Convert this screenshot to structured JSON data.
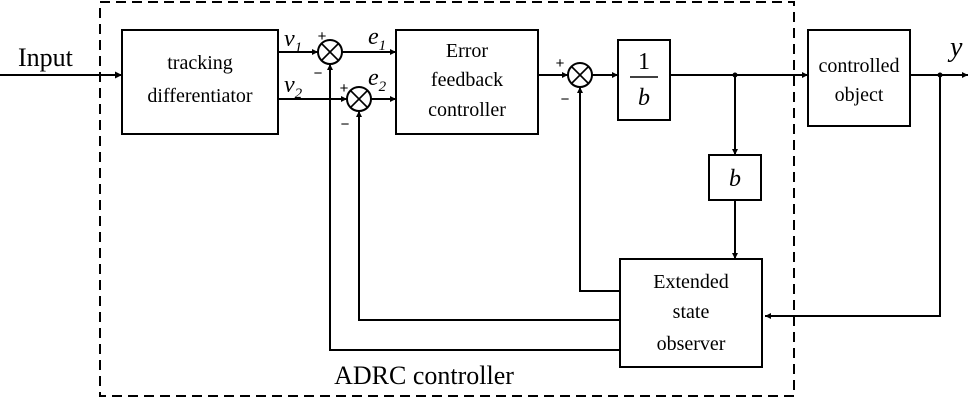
{
  "input_label": "Input",
  "output_label": "y",
  "container_label": "ADRC controller",
  "blocks": {
    "td": [
      "tracking",
      "differentiator"
    ],
    "efc": [
      "Error",
      "feedback",
      "controller"
    ],
    "gain_inv": {
      "num": "1",
      "den": "b"
    },
    "gain_b": "b",
    "plant": [
      "controlled",
      "object"
    ],
    "eso": [
      "Extended",
      "state",
      "observer"
    ]
  },
  "signals": {
    "v1": {
      "base": "v",
      "sub": "1"
    },
    "v2": {
      "base": "v",
      "sub": "2"
    },
    "e1": {
      "base": "e",
      "sub": "1"
    },
    "e2": {
      "base": "e",
      "sub": "2"
    }
  },
  "signs": {
    "plus": "+",
    "minus": "−"
  }
}
